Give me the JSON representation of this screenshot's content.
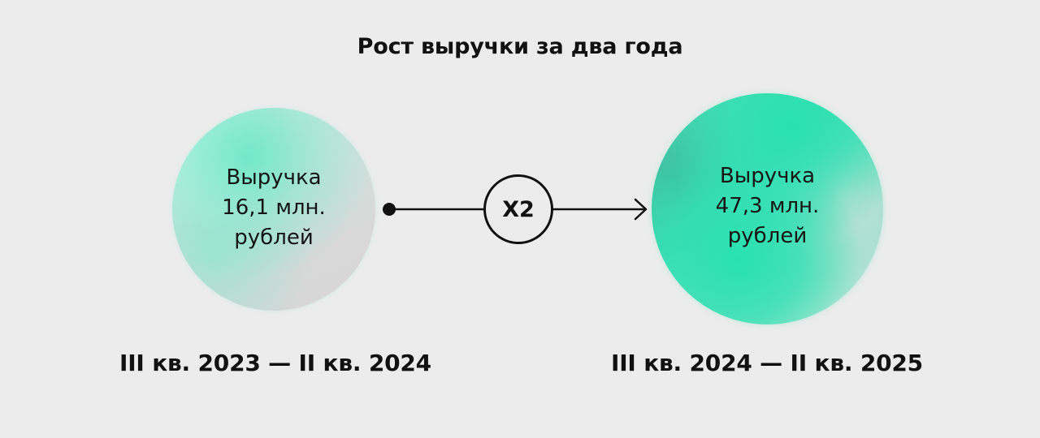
{
  "title": "Рост выручки за два года",
  "multiplier": "X2",
  "periods": [
    {
      "label": "III кв. 2023 — II кв. 2024",
      "bubble_lines": [
        "Выручка",
        "16,1 млн.",
        "рублей"
      ]
    },
    {
      "label": "III кв. 2024 — II кв. 2025",
      "bubble_lines": [
        "Выручка",
        "47,3 млн.",
        "рублей"
      ]
    }
  ],
  "colors": {
    "background": "#ececec",
    "accent": "#2fe0b2",
    "text": "#111111"
  }
}
